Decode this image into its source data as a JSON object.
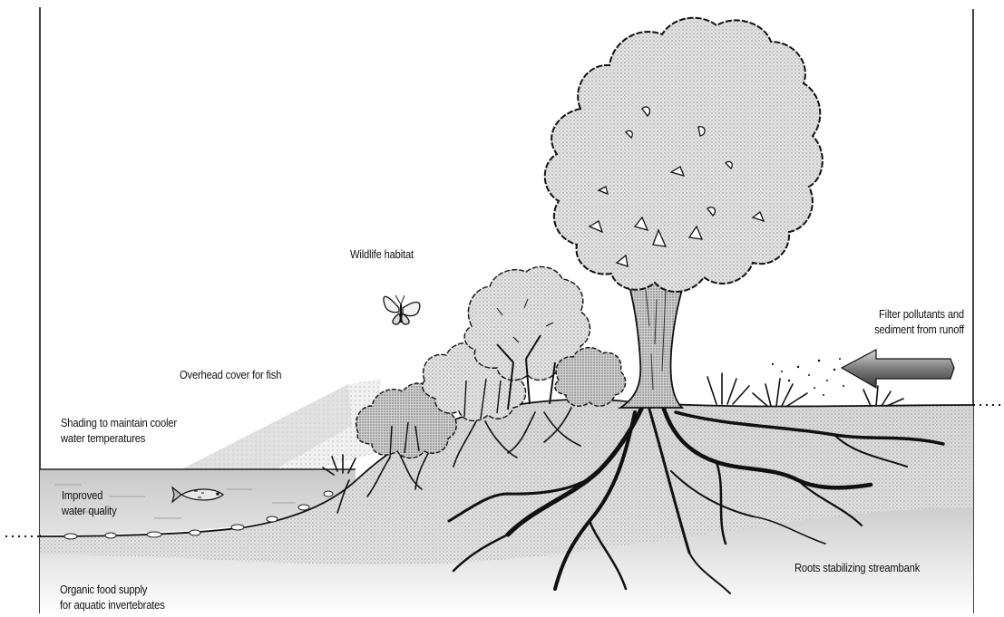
{
  "labels": {
    "wildlife_habitat": "Wildlife habitat",
    "filter_line1": "Filter pollutants and",
    "filter_line2": "sediment from runoff",
    "overhead_cover": "Overhead cover for fish",
    "shading_line1": "Shading to maintain cooler",
    "shading_line2": "water temperatures",
    "water_quality_line1": "Improved",
    "water_quality_line2": "water quality",
    "roots": "Roots stabilizing streambank",
    "organic_line1": "Organic food supply",
    "organic_line2": "for aquatic invertebrates"
  }
}
